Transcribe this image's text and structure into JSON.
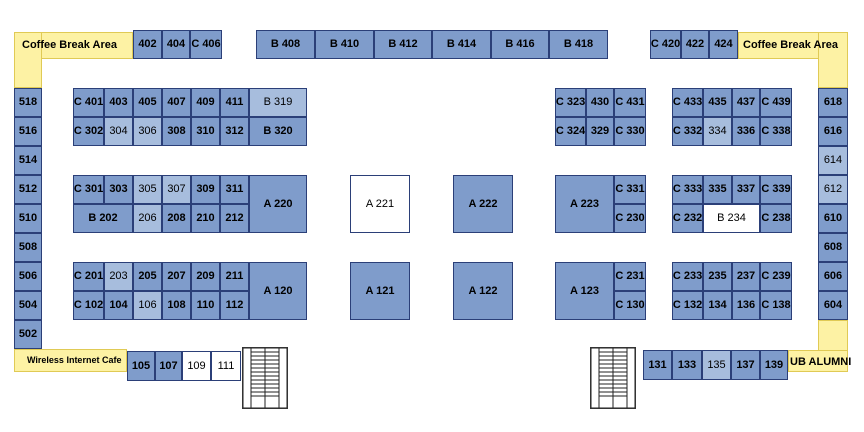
{
  "map": {
    "areas": {
      "coffee_left": "Coffee Break Area",
      "coffee_right": "Coffee Break Area",
      "cafe": "Wireless Internet Cafe",
      "alumni": "UB ALUMNI"
    },
    "booths": {
      "top": [
        "402",
        "404",
        "C 406",
        "B 408",
        "B 410",
        "B 412",
        "B 414",
        "B 416",
        "B 418",
        "C 420",
        "422",
        "424"
      ],
      "left_wall": [
        "518",
        "516",
        "514",
        "512",
        "510",
        "508",
        "506",
        "504",
        "502"
      ],
      "right_wall": [
        "618",
        "616",
        "614",
        "612",
        "610",
        "608",
        "606",
        "604"
      ],
      "block_400": [
        "C 401",
        "403",
        "405",
        "407",
        "409",
        "411",
        "B 319",
        "C 302",
        "304",
        "306",
        "308",
        "310",
        "312",
        "B 320"
      ],
      "block_300": [
        "C 301",
        "303",
        "305",
        "307",
        "309",
        "311",
        "A 220",
        "B 202",
        "206",
        "208",
        "210",
        "212"
      ],
      "block_200": [
        "C 201",
        "203",
        "205",
        "207",
        "209",
        "211",
        "A 120",
        "C 102",
        "104",
        "106",
        "108",
        "110",
        "112"
      ],
      "islands": [
        "A 221",
        "A 222",
        "A 223",
        "A 121",
        "A 122",
        "A 123"
      ],
      "center_right": [
        "C 323",
        "430",
        "C 431",
        "C 324",
        "329",
        "C 330",
        "C 331",
        "C 230",
        "C 231",
        "C 130"
      ],
      "right_block": [
        "C 433",
        "435",
        "437",
        "C 439",
        "C 332",
        "334",
        "336",
        "C 338",
        "C 333",
        "335",
        "337",
        "C 339",
        "C 232",
        "B 234",
        "C 238",
        "C 233",
        "235",
        "237",
        "C 239",
        "C 132",
        "134",
        "136",
        "C 138"
      ],
      "bottom_left": [
        "105",
        "107",
        "109",
        "111"
      ],
      "bottom_right": [
        "131",
        "133",
        "135",
        "137",
        "139"
      ]
    }
  },
  "colors": {
    "booth_fill": "#7f9ccb",
    "booth_border": "#2b3f78",
    "coffee_area": "#fdf2a4",
    "open_booth": "#ffffff"
  },
  "icons": [
    "staircase-icon",
    "staircase-icon"
  ]
}
